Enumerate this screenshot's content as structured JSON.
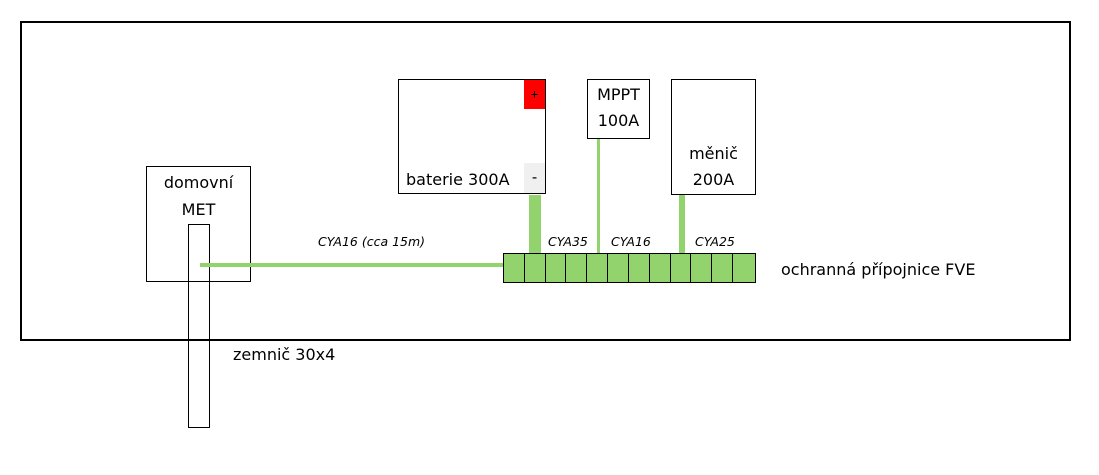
{
  "colors": {
    "wire": "#92d36e",
    "busbar": "#92d36e",
    "plus_terminal": "#ff0000",
    "minus_terminal": "#f0f0f0",
    "outline": "#000000"
  },
  "met": {
    "line1": "domovní",
    "line2": "MET"
  },
  "ground_rod": {
    "label": "zemnič 30x4"
  },
  "battery": {
    "label": "baterie 300A",
    "plus": "+",
    "minus": "-"
  },
  "mppt": {
    "line1": "MPPT",
    "line2": "100A"
  },
  "inverter": {
    "line1": "měnič",
    "line2": "200A"
  },
  "cables": {
    "main": "CYA16 (cca 15m)",
    "battery": "CYA35",
    "mppt": "CYA16",
    "inverter": "CYA25"
  },
  "busbar": {
    "label": "ochranná přípojnice FVE",
    "cell_count": 12
  }
}
